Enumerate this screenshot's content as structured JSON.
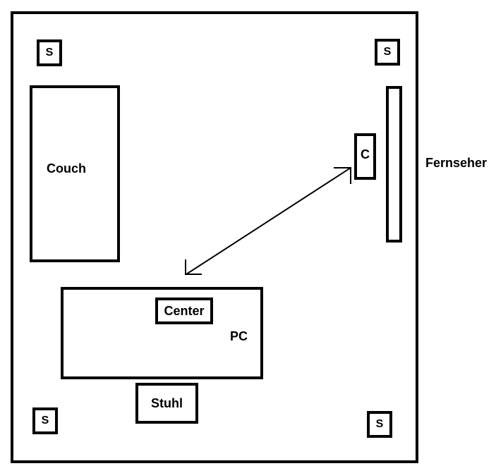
{
  "speaker_label": "S",
  "couch": {
    "label": "Couch"
  },
  "tv": {
    "label": "Fernseher"
  },
  "center_speaker": {
    "label": "C"
  },
  "desk": {
    "label": "PC"
  },
  "center_box": {
    "label": "Center"
  },
  "chair": {
    "label": "Stuhl"
  },
  "colors": {
    "line": "#000000",
    "background": "#ffffff"
  }
}
